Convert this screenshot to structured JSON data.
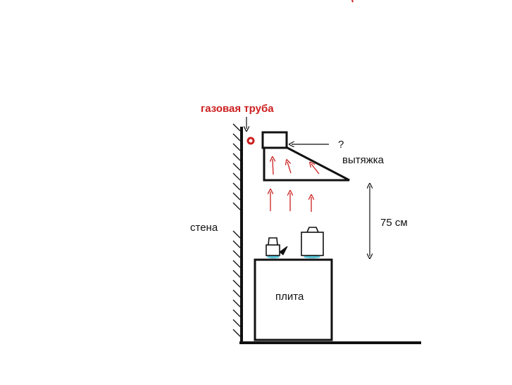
{
  "labels": {
    "gas_pipe": "газовая труба",
    "question": "?",
    "hood": "вытяжка",
    "wall": "стена",
    "distance": "75 см",
    "stove": "плита"
  },
  "colors": {
    "ink": "#111111",
    "accent": "#cc1f1f",
    "kettle_glow": "#58c4d8"
  }
}
